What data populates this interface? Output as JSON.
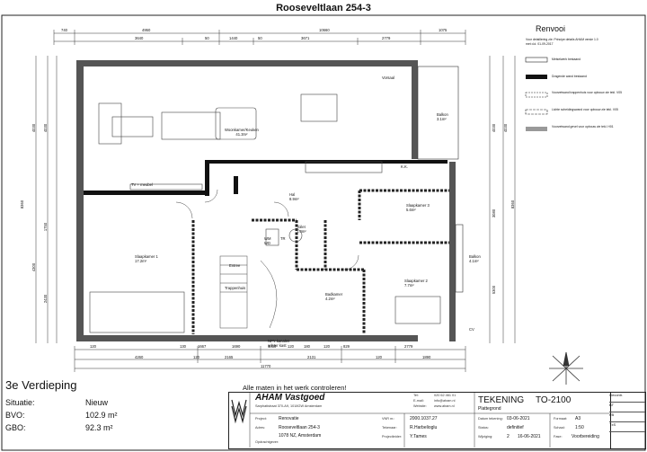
{
  "title": "Rooseveltlaan 254-3",
  "legend": {
    "title": "Renvooi",
    "note_1": "Voor detaillering zie: Principe details AHAM versie 1.0",
    "note_2": "met d.d. 01-09-2017",
    "items": [
      "Metselwerk bestaand",
      "Dragende wand bestaand",
      "Voorzetwand trappenhuis voor opbouw zie tekl. V05",
      "Lichte scheidingswand voor opbouw zie tekl. V05",
      "Voorzetwand gevel voor opbouw zie tekl. H01"
    ]
  },
  "dims_top": {
    "row1": [
      "740",
      "4950",
      "10660",
      "1075"
    ],
    "row2": [
      "3640",
      "1440",
      "3671",
      "2779"
    ],
    "row2b": [
      "50",
      "50"
    ]
  },
  "dims_bottom": {
    "row1": [
      "120",
      "1667",
      "1690",
      "1050",
      "180",
      "829",
      "2779"
    ],
    "row1b": [
      "130",
      "120",
      "120"
    ],
    "row2": [
      "4260",
      "2165",
      "2131",
      "1890"
    ],
    "row2b": [
      "120",
      "120"
    ],
    "total": "11770"
  },
  "dims_left": [
    "4030",
    "4030",
    "8360",
    "1750",
    "4300",
    "2430"
  ],
  "dims_right": [
    "4030",
    "4030",
    "8360",
    "3080",
    "5300"
  ],
  "rooms": {
    "woonkamer": {
      "name": "Woonkamer/Keuken",
      "area": "41.3m²"
    },
    "balkon1": {
      "name": "Balkon",
      "area": "3.1m²"
    },
    "hal": {
      "name": "Hal",
      "area": "8.9m²"
    },
    "toilet": {
      "name": "Toilet",
      "area": "1.0m²"
    },
    "slaapkamer1": {
      "name": "Slaapkamer 1",
      "area": "17.2m²"
    },
    "slaapkamer2": {
      "name": "Slaapkamer 2",
      "area": "7.7m²"
    },
    "slaapkamer3": {
      "name": "Slaapkamer 3",
      "area": "5.6m²"
    },
    "badkamer": {
      "name": "Badkamer",
      "area": "4.2m²"
    },
    "balkon2": {
      "name": "Balkon",
      "area": "4.1m²"
    },
    "trappenhuis": "Trappenhuis",
    "tv": "TV + meubel",
    "wm": "WM",
    "wd": "WD",
    "tr": "TR",
    "entree": "Entree",
    "vorsaal": "Vorsaal",
    "kk": "K.K.",
    "cv": "CV",
    "kanalen": "NPY kanalen",
    "kanalen2": "achter kast"
  },
  "floor": {
    "name": "3e Verdieping",
    "situatie_label": "Situatie:",
    "situatie": "Nieuw",
    "bvo_label": "BVO:",
    "bvo": "102.9 m²",
    "gbo_label": "GBO:",
    "gbo": "92.3 m²"
  },
  "disclaimer": "Alle maten in het werk controleren!",
  "titleblock": {
    "company": "AHAM Vastgoed",
    "address_1": "Sarphatistraat 370-A9, 1018GW Amsterdam",
    "tel_label": "Tel:",
    "tel": "020 62 461 01",
    "email_label": "E-mail:",
    "email": "info@aham.nl",
    "web_label": "Website:",
    "web": "www.aham.nl",
    "project_label": "Project:",
    "project": "Renovatie",
    "address_label": "Adres:",
    "address": "Rooseveltlaan 254-3",
    "city": "1078 NZ, Amsterdam",
    "opdrachtgever_label": "Opdrachtgever:",
    "vnr_label": "VNR nr.:",
    "vnr": "2000.1037.27",
    "tekenaar_label": "Tekenaar:",
    "tekenaar": "R.Harbelioglu",
    "projectleider_label": "Projectleider:",
    "projectleider": "Y.Tames",
    "drawing_label": "TEKENING",
    "drawing_no": "TO-2100",
    "drawing_sub": "Plattegrond",
    "datum_label": "Datum tekening:",
    "datum": "03-06-2021",
    "status_label": "Status:",
    "status": "definitief",
    "wijziging_label": "Wijziging:",
    "wijziging_no": "2",
    "wijziging_date": "16-06-2021",
    "formaat_label": "Formaat:",
    "formaat": "A3",
    "schaal_label": "Schaal:",
    "schaal": "1:50",
    "fase_label": "Fase:",
    "fase": "Voorbereiding"
  },
  "revisions": [
    "Gecontr.",
    "BT",
    "FB",
    "TxS"
  ]
}
